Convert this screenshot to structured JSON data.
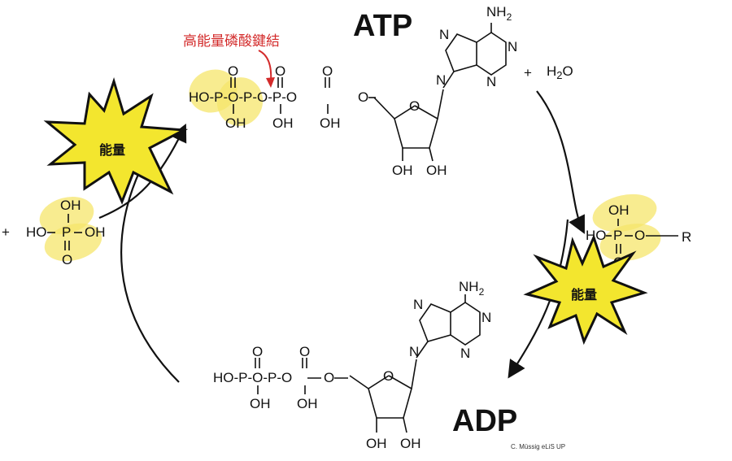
{
  "atp": {
    "title": "ATP",
    "nh2": "NH",
    "nh2_sub": "2",
    "p1": "HO-P-O",
    "o_top": "O",
    "oh": "OH",
    "n": "N",
    "o_ring": "O",
    "ribose_oh_left": "OH",
    "ribose_oh_right": "OH",
    "bridge_o": "O",
    "ho_prefix": "HO"
  },
  "adp": {
    "title": "ADP",
    "nh2": "NH",
    "nh2_sub": "2",
    "oh": "OH",
    "o_top": "O",
    "n": "N",
    "o_ring": "O",
    "ribose_oh_left": "OH",
    "ribose_oh_right": "OH",
    "ho_prefix": "HO",
    "bridge_o": "O"
  },
  "annotation": {
    "high_energy_bond": "高能量磷酸鍵結"
  },
  "water": {
    "plus": "+",
    "formula_h": "H",
    "formula_2": "2",
    "formula_o": "O"
  },
  "energy": {
    "label": "能量"
  },
  "phosphate_left": {
    "plus": "+",
    "oh_top": "OH",
    "ho": "HO",
    "p": "P",
    "oh_right": "OH",
    "o_bottom": "O"
  },
  "phosphate_right": {
    "oh_top": "OH",
    "ho": "HO",
    "p": "P",
    "o": "O",
    "r": "R",
    "o_bottom": "O"
  },
  "credit": "C. Müssig eLiS UP"
}
